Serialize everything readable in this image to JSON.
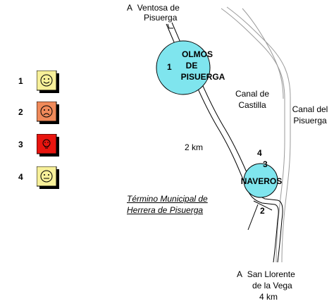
{
  "north": {
    "direction": "A",
    "line1": "Ventosa de",
    "line2": "Pisuerga"
  },
  "south": {
    "direction": "A",
    "line1": "San Llorente",
    "line2": "de la Vega",
    "line3": "4 km"
  },
  "towns": {
    "olmos": {
      "line1": "OLMOS",
      "line2": "DE",
      "line3": "PISUERGA",
      "color": "#7fe5ee"
    },
    "naveros": {
      "name": "NAVEROS",
      "color": "#7fe5ee"
    }
  },
  "canals": {
    "castilla": {
      "line1": "Canal de",
      "line2": "Castilla"
    },
    "pisuerga": {
      "line1": "Canal del",
      "line2": "Pisuerga"
    }
  },
  "distance": "2 km",
  "municipality": {
    "line1": "Término Municipal de",
    "line2": "Herrera de Pisuerga"
  },
  "markers": {
    "m1": "1",
    "m2": "2",
    "m3": "3",
    "m4": "4"
  },
  "legend": [
    {
      "num": "1",
      "icon": "happy-face-icon",
      "color": "#f7f099"
    },
    {
      "num": "2",
      "icon": "sad-face-icon",
      "color": "#f08a5a"
    },
    {
      "num": "3",
      "icon": "warning-face-icon",
      "color": "#e8150f"
    },
    {
      "num": "4",
      "icon": "neutral-face-icon",
      "color": "#f7f099"
    }
  ]
}
